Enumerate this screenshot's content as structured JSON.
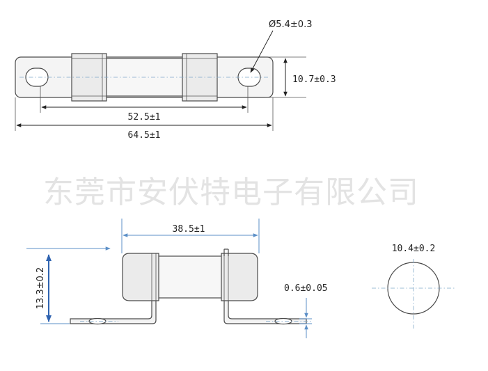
{
  "watermark": "东莞市安伏特电子有限公司",
  "top_view": {
    "hole_diameter": "Ø5.4±0.3",
    "height": "10.7±0.3",
    "hole_spacing": "52.5±1",
    "overall_length": "64.5±1"
  },
  "side_view": {
    "body_length": "38.5±1",
    "mount_height": "13.3±0.2",
    "terminal_thickness": "0.6±0.05"
  },
  "end_view": {
    "diameter": "10.4±0.2"
  }
}
